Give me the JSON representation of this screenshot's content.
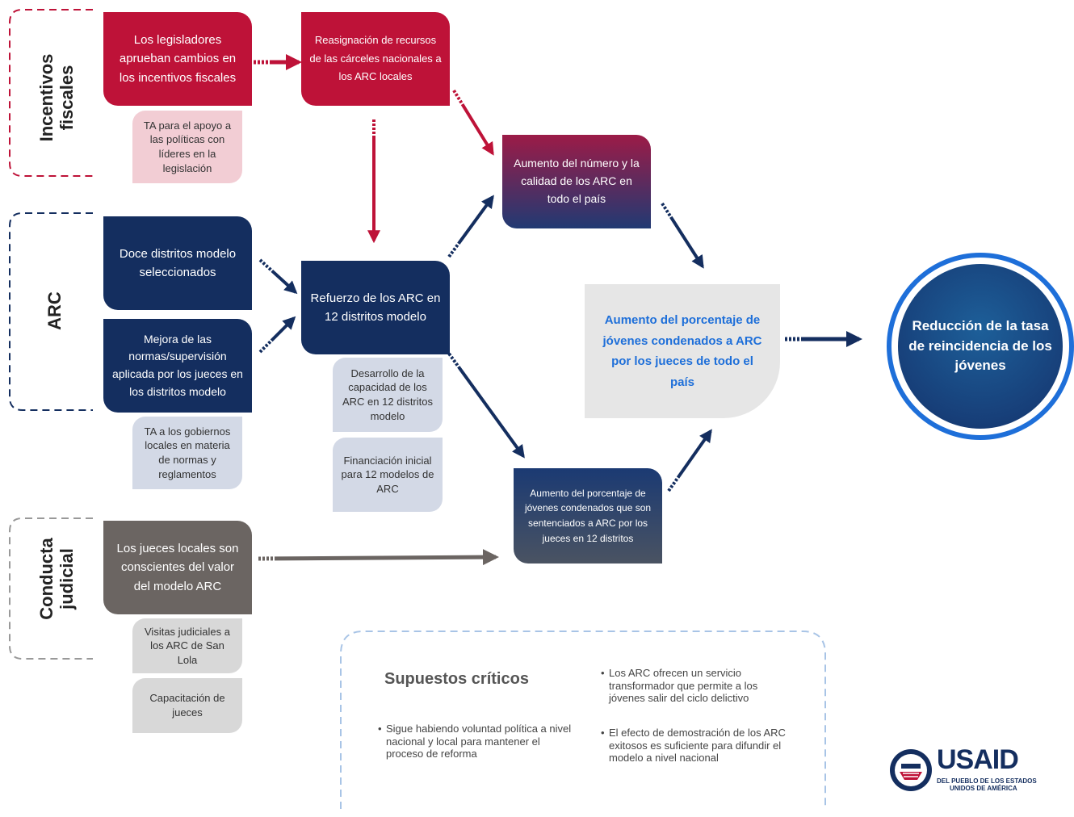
{
  "sections": {
    "fiscal": "Incentivos\nfiscales",
    "arc": "ARC",
    "judicial": "Conducta\njudicial"
  },
  "fiscal": {
    "legisladores": "Los legisladores aprueban cambios en los incentivos fiscales",
    "ta_apoyo": "TA para el apoyo a las políticas con líderes en la legislación",
    "reasignacion": "Reasignación de recursos de las cárceles nacionales a los ARC locales"
  },
  "arc": {
    "doce_distritos": "Doce distritos modelo seleccionados",
    "mejora_normas": "Mejora de las normas/supervisión aplicada por los jueces en los distritos modelo",
    "ta_gobiernos": "TA a los gobiernos locales en materia de normas y reglamentos",
    "refuerzo": "Refuerzo de los ARC en 12 distritos modelo",
    "desarrollo": "Desarrollo de la capacidad de los ARC en 12 distritos modelo",
    "financiacion": "Financiación inicial para 12 modelos de ARC"
  },
  "judicial": {
    "jueces_locales": "Los jueces locales son conscientes del valor del modelo ARC",
    "visitas": "Visitas judiciales a los ARC de San Lola",
    "capacitacion": "Capacitación de jueces"
  },
  "outcomes": {
    "aumento_numero": "Aumento del número y la calidad de los ARC en todo el país",
    "aumento_porcentaje_12": "Aumento del porcentaje de jóvenes condenados que son sentenciados a ARC por los jueces en 12 distritos",
    "aumento_porcentaje_pais": "Aumento del porcentaje de jóvenes condenados a ARC por los jueces de todo el país",
    "reduccion": "Reducción de la tasa de reincidencia de los jóvenes"
  },
  "supuestos": {
    "title": "Supuestos críticos",
    "items": [
      "Sigue habiendo voluntad política a nivel nacional y local para mantener el proceso de reforma",
      "Los ARC ofrecen un servicio transformador que permite a los jóvenes salir del ciclo delictivo",
      "El efecto de demostración de los ARC exitosos es suficiente para difundir el modelo a nivel nacional"
    ]
  },
  "logo": {
    "name": "USAID",
    "tagline_1": "DEL PUEBLO DE LOS ESTADOS",
    "tagline_2": "UNIDOS DE AMÉRICA"
  },
  "colors": {
    "red": "#be1238",
    "navy": "#142e5f",
    "grey": "#6b6562",
    "accent_blue": "#1e6fd9"
  }
}
